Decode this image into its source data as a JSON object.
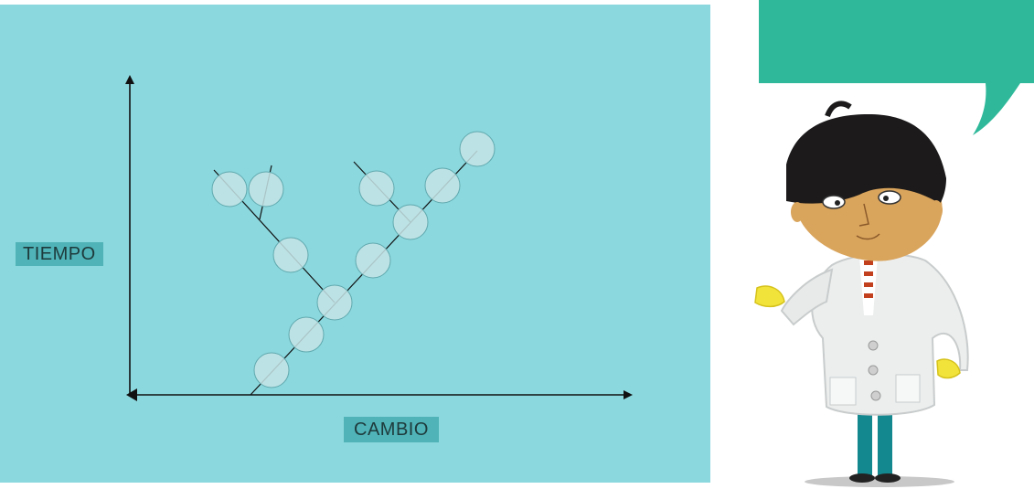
{
  "diagram": {
    "y_axis_label": "TIEMPO",
    "x_axis_label": "CAMBIO",
    "colors": {
      "panel_background": "#8bd8de",
      "label_background": "#4fb3b7",
      "node_fill": "#c6e4e6",
      "speech_bubble": "#2fb99a"
    },
    "icons": [
      "speech-bubble",
      "scientist-character"
    ]
  }
}
